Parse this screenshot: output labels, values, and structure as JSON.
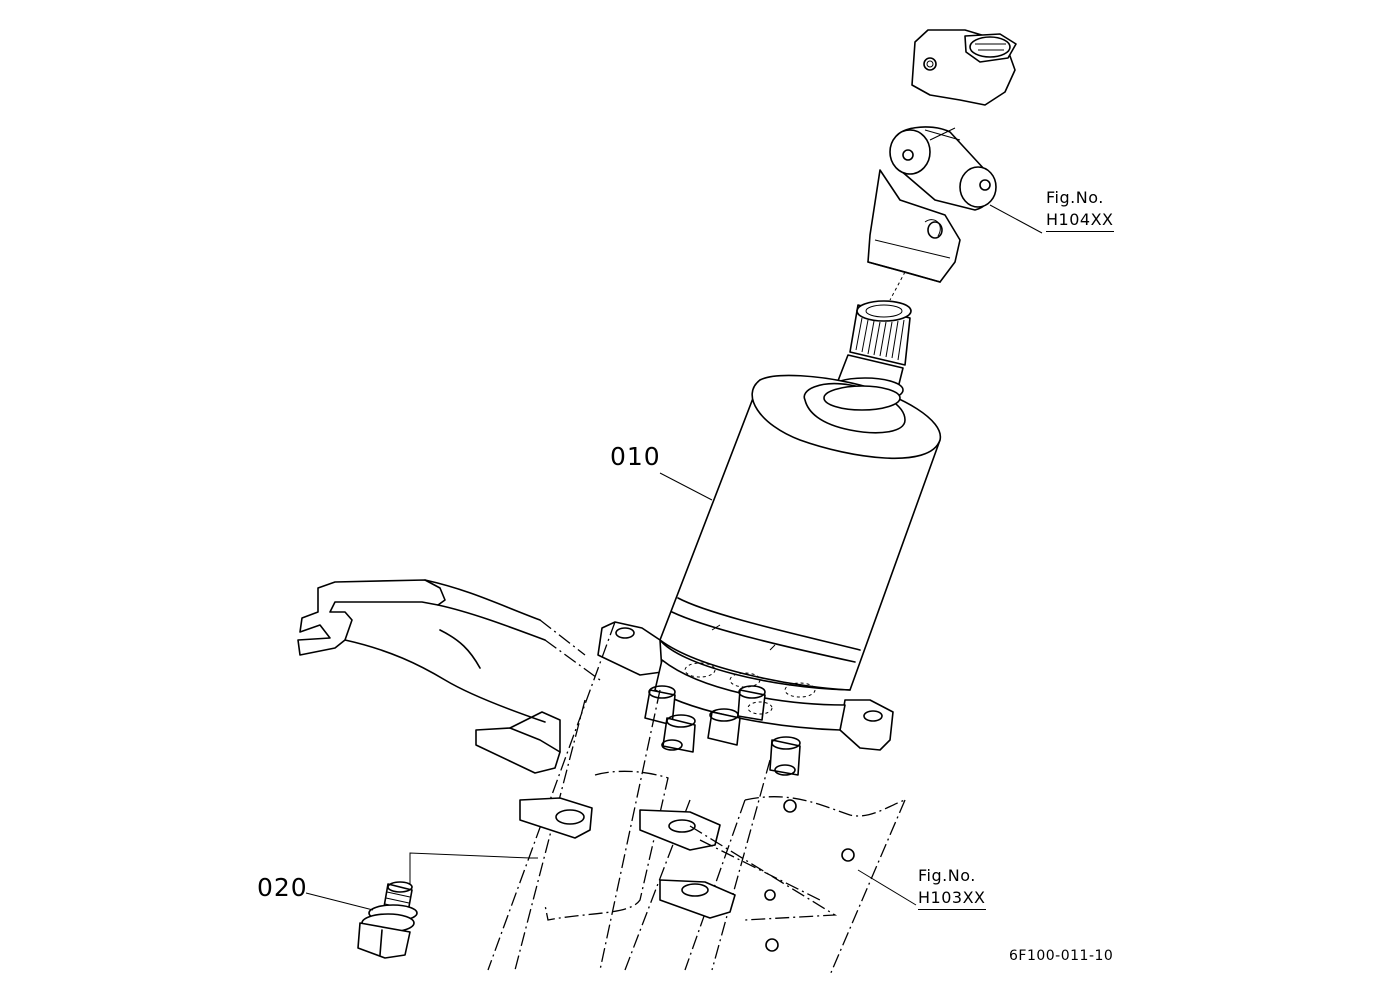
{
  "callouts": [
    {
      "part_no": "010"
    },
    {
      "part_no": "020"
    }
  ],
  "figure_refs": [
    {
      "label": "Fig.No.",
      "code": "H104XX"
    },
    {
      "label": "Fig.No.",
      "code": "H103XX"
    }
  ],
  "drawing_number": "6F100-011-10"
}
